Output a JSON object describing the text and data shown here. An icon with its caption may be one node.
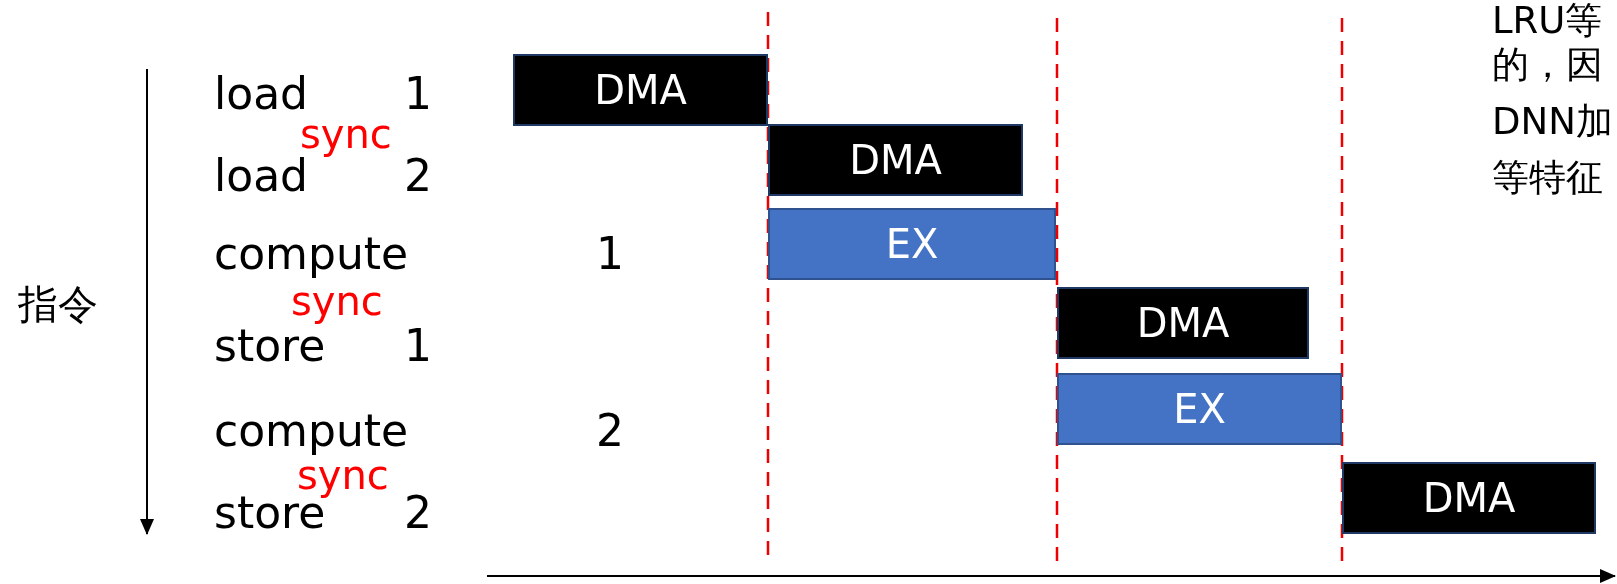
{
  "diagram": {
    "nodes": [
      {
        "text": [
          "DMA"
        ]
      },
      {
        "text": [
          "DMA"
        ]
      },
      {
        "text": [
          "EX"
        ]
      },
      {
        "text": [
          "DMA"
        ]
      },
      {
        "text": [
          "EX"
        ]
      },
      {
        "text": [
          "DMA"
        ]
      }
    ],
    "edges": [],
    "labels": [
      "LRU等",
      "的，因",
      "DNN加",
      "等特征",
      "load",
      "1",
      "sync",
      "load",
      "2",
      "指令",
      "compute",
      "1",
      "sync",
      "store",
      "1",
      "compute",
      "2",
      "sync",
      "store",
      "2"
    ]
  }
}
